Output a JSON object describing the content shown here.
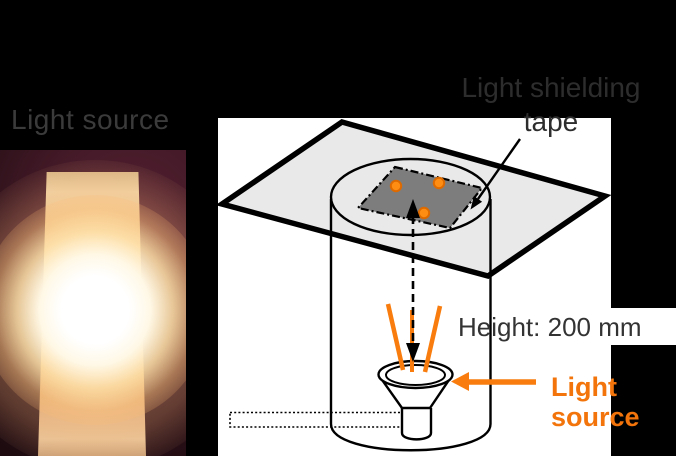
{
  "figure": {
    "photo": {
      "caption": "Light source"
    },
    "diagram": {
      "tape_label": "Light shielding\ntape",
      "height_label": "Height: 200 mm",
      "source_label": "Light\nsource"
    }
  },
  "colors": {
    "background": "#000000",
    "panel": "#ffffff",
    "plane_fill": "#e9e9e9",
    "tape_fill": "#7d7d7d",
    "accent_orange": "#f2740a",
    "ray_orange": "#f87d0e",
    "dot_fill": "#fd8d13",
    "dot_stroke": "#dd6a00",
    "caption_gray": "#3b3b3b",
    "label_dark": "#333333",
    "outline": "#000000"
  }
}
